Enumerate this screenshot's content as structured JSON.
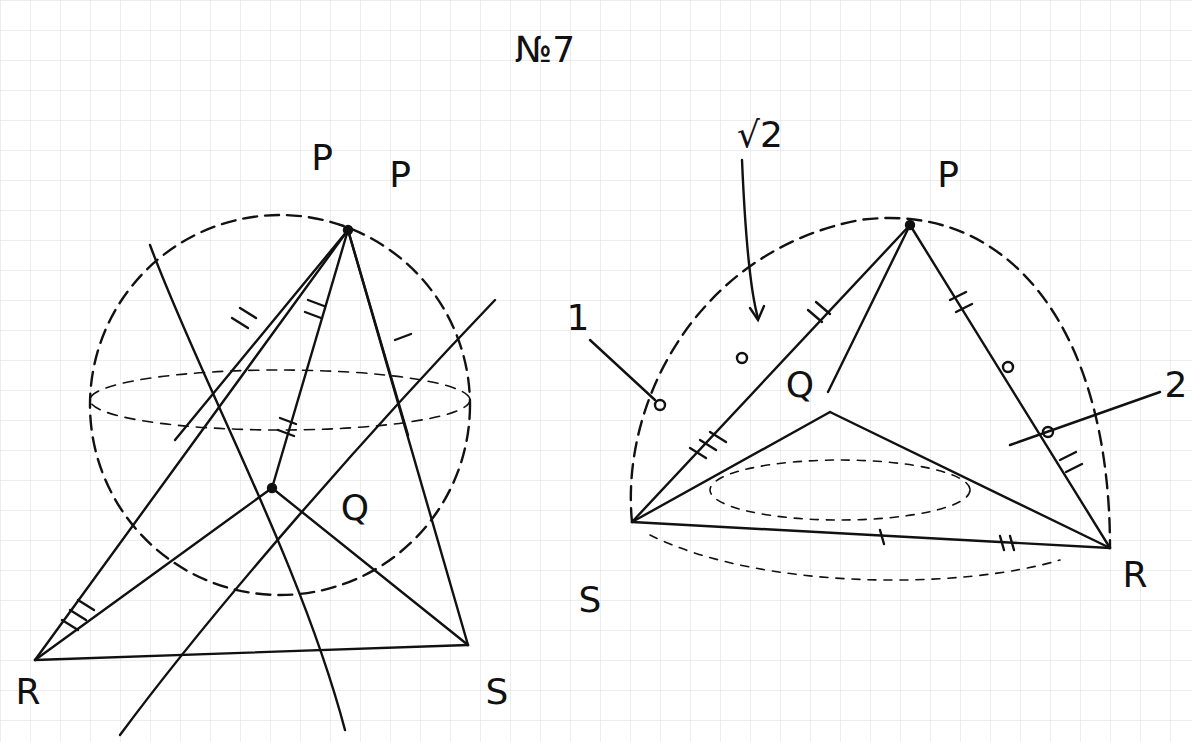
{
  "diagram": {
    "labels": [
      "№7",
      "P",
      "P",
      "Q",
      "R",
      "S",
      "√2",
      "P",
      "1",
      "Q",
      "2",
      "R",
      "S"
    ]
  }
}
